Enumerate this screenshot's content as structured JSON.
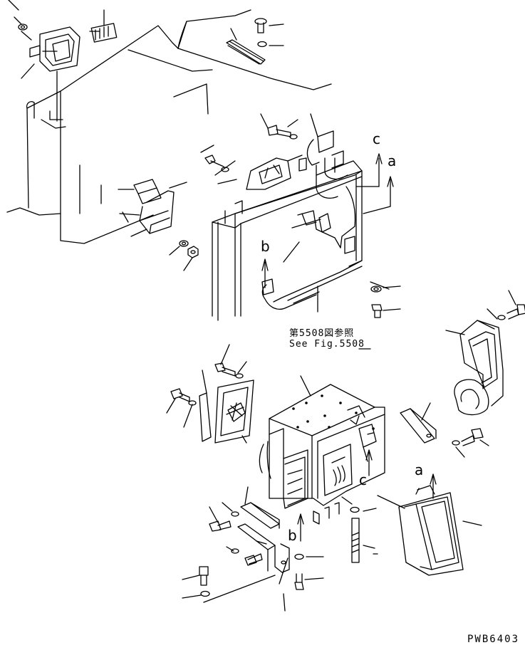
{
  "reference_note": {
    "ja": "第5508図参照",
    "en": "See Fig.5508"
  },
  "callouts": {
    "c_upper": "c",
    "a_upper": "a",
    "b_upper": "b",
    "a_lower": "a",
    "c_lower": "c",
    "b_lower": "b"
  },
  "drawing_code": "PWB6403",
  "colors": {
    "line": "#000000",
    "background": "#ffffff"
  }
}
